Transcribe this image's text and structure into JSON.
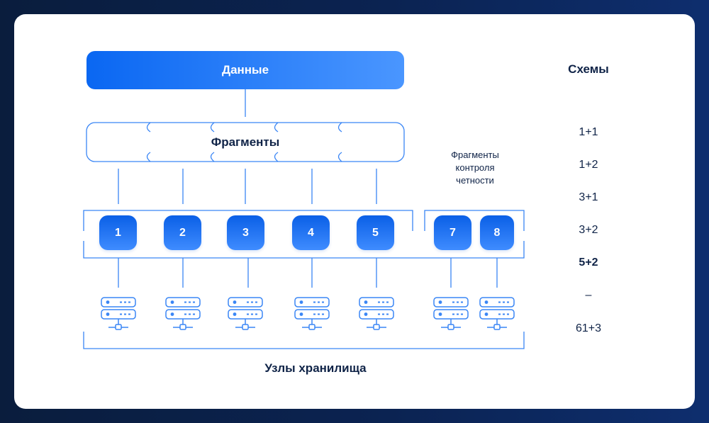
{
  "data_label": "Данные",
  "fragments_label": "Фрагменты",
  "parity_label": [
    "Фрагменты",
    "контроля",
    "четности"
  ],
  "schemes_title": "Схемы",
  "schemes": [
    "1+1",
    "1+2",
    "3+1",
    "3+2",
    "5+2",
    "–",
    "61+3"
  ],
  "data_nodes": [
    "1",
    "2",
    "3",
    "4",
    "5"
  ],
  "parity_nodes": [
    "7",
    "8"
  ],
  "storage_label": "Узлы хранилища",
  "colors": {
    "background": "#0b2352",
    "accent": "#0a67f2",
    "line": "#3a86f5",
    "text": "#0f2347"
  }
}
